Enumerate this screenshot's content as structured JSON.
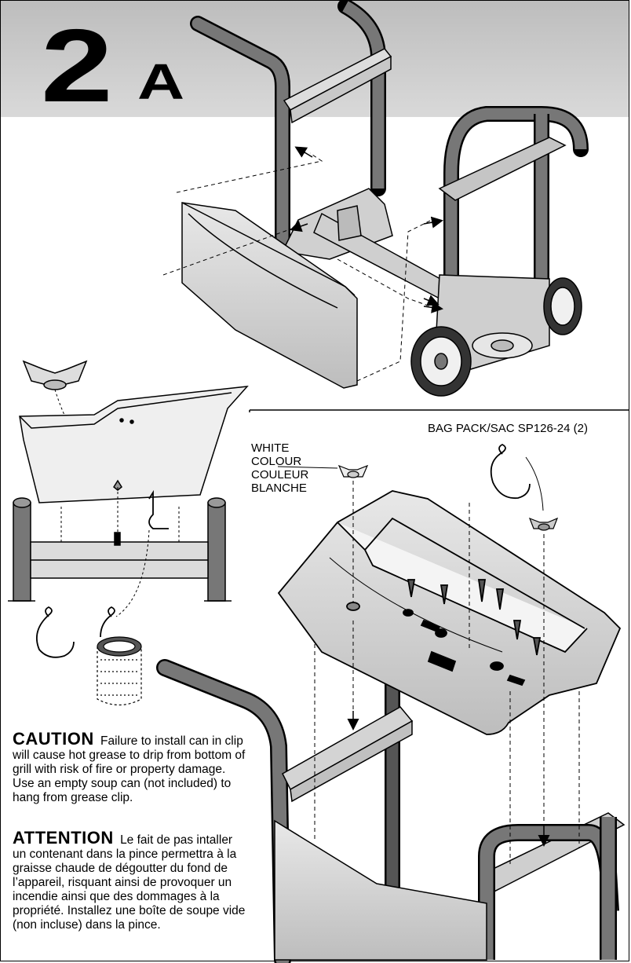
{
  "header": {
    "step_number": "2",
    "step_letter": "A"
  },
  "labels": {
    "white_colour": [
      "WHITE",
      "COLOUR",
      "COULEUR",
      "BLANCHE"
    ],
    "bag_pack": "BAG PACK/SAC SP126-24 (2)"
  },
  "caution": {
    "heading": "CAUTION",
    "text": "Failure to install can in clip will cause hot grease to drip from bottom of grill with risk of fire or property damage. Use an empty soup can (not included) to hang from grease clip."
  },
  "attention": {
    "heading": "ATTENTION",
    "text": "Le fait de pas intaller un contenant dans la pince permettra à la graisse chaude de dégoutter du fond de l’appareil, risquant ainsi de provoquer un incendie ainsi que des dommages à la propriété. Installez une boîte de soupe vide (non incluse) dans la pince."
  },
  "icons": [
    "wing-nut-icon",
    "grease-clip-icon",
    "soup-can-icon",
    "wheel-icon",
    "arrow-icon"
  ]
}
